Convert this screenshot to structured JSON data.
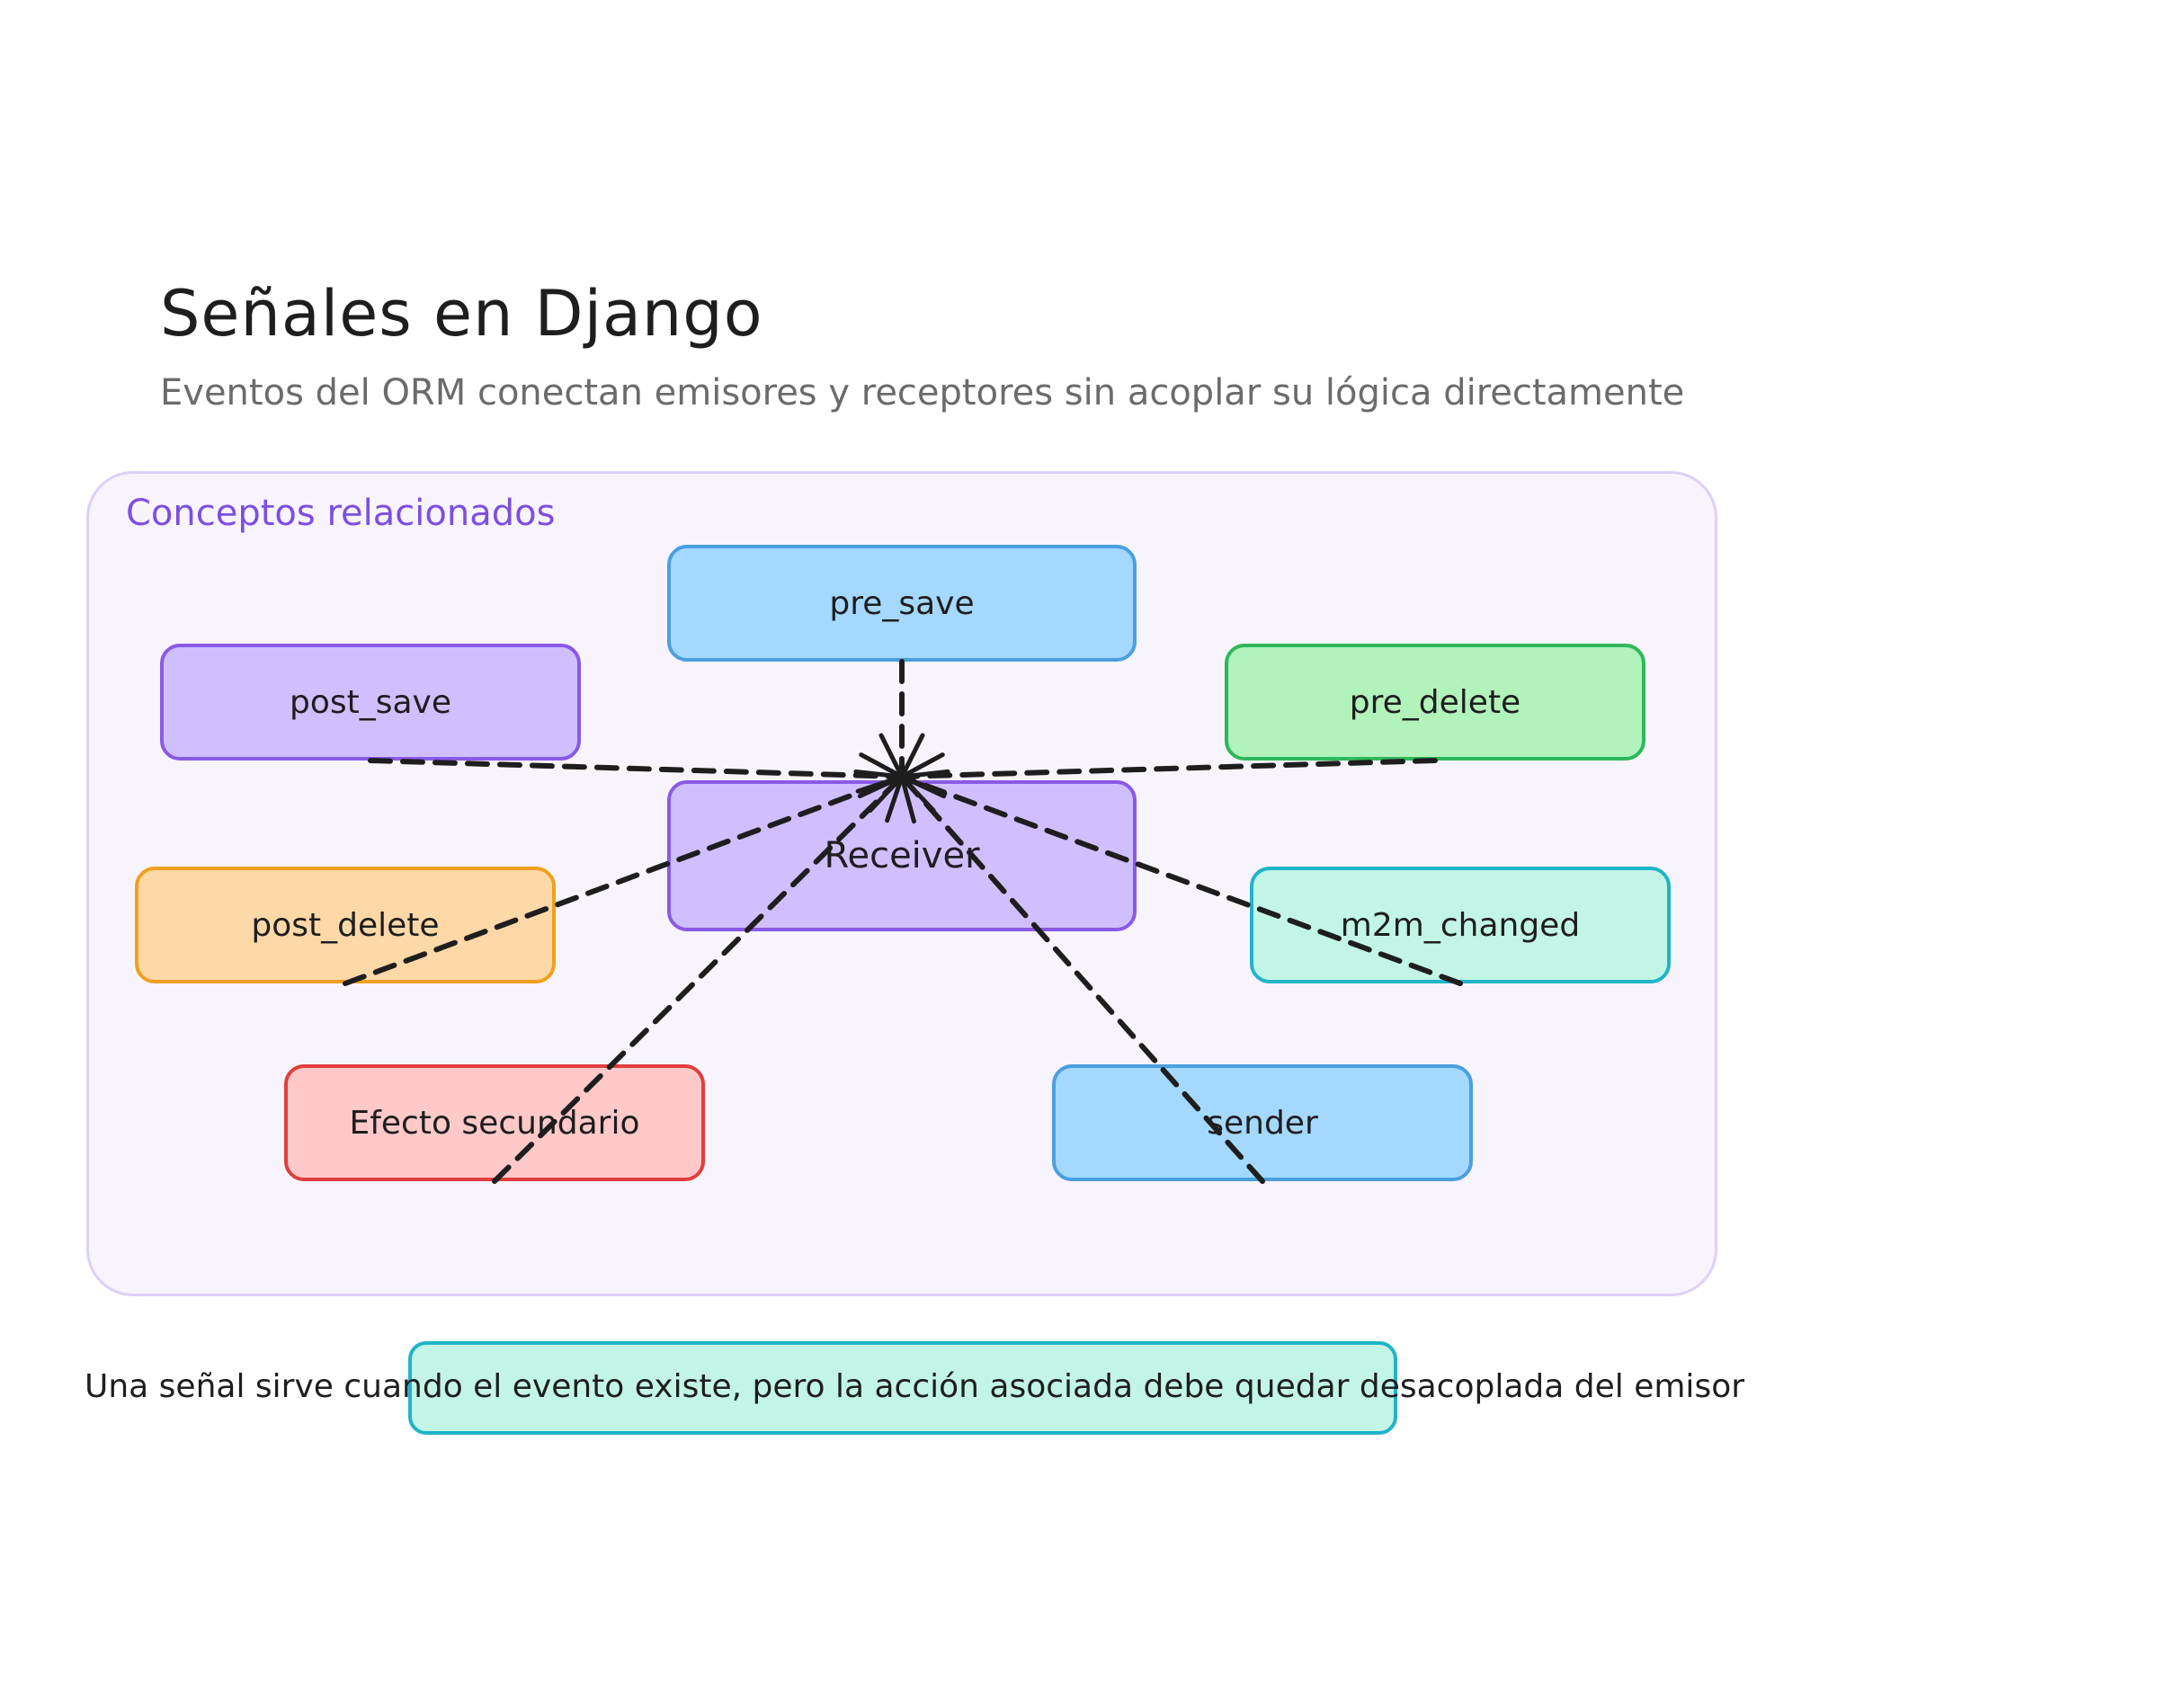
{
  "header": {
    "title": "Señales en Django",
    "subtitle": "Eventos del ORM conectan emisores y receptores sin acoplar su lógica directamente"
  },
  "group": {
    "label": "Conceptos relacionados"
  },
  "nodes": {
    "pre_save": {
      "label": "pre_save",
      "fill": "#a5d8ff",
      "stroke": "#4a9fe0"
    },
    "post_save": {
      "label": "post_save",
      "fill": "#d0bfff",
      "stroke": "#8a5ae6"
    },
    "pre_delete": {
      "label": "pre_delete",
      "fill": "#b2f2bb",
      "stroke": "#2fb85a"
    },
    "receiver": {
      "label": "Receiver",
      "fill": "#d0bfff",
      "stroke": "#8a5ae6"
    },
    "post_delete": {
      "label": "post_delete",
      "fill": "#ffd8a8",
      "stroke": "#f0a020"
    },
    "m2m_changed": {
      "label": "m2m_changed",
      "fill": "#c3f5e6",
      "stroke": "#1fb4c8"
    },
    "efecto_secundario": {
      "label": "Efecto secundario",
      "fill": "#ffc9c9",
      "stroke": "#e03e3e"
    },
    "sender": {
      "label": "sender",
      "fill": "#a5d8ff",
      "stroke": "#4a9fe0"
    }
  },
  "edges": [
    {
      "from": "pre_save",
      "to": "receiver",
      "style": "dashed"
    },
    {
      "from": "post_save",
      "to": "receiver",
      "style": "dashed"
    },
    {
      "from": "pre_delete",
      "to": "receiver",
      "style": "dashed"
    },
    {
      "from": "post_delete",
      "to": "receiver",
      "style": "dashed"
    },
    {
      "from": "m2m_changed",
      "to": "receiver",
      "style": "dashed"
    },
    {
      "from": "efecto_secundario",
      "to": "receiver",
      "style": "dashed"
    },
    {
      "from": "sender",
      "to": "receiver",
      "style": "dashed"
    }
  ],
  "caption": {
    "text": "Una señal sirve cuando el evento existe, pero la acción asociada debe quedar desacoplada del emisor",
    "highlight_fill": "#c3f5e6",
    "highlight_stroke": "#1fb4c8"
  },
  "colors": {
    "ink": "#1e1e1e",
    "muted": "#6b6b6b",
    "group_label": "#7b4fe3",
    "group_fill": "#f8f4fd",
    "group_stroke": "#ddd0f8"
  }
}
